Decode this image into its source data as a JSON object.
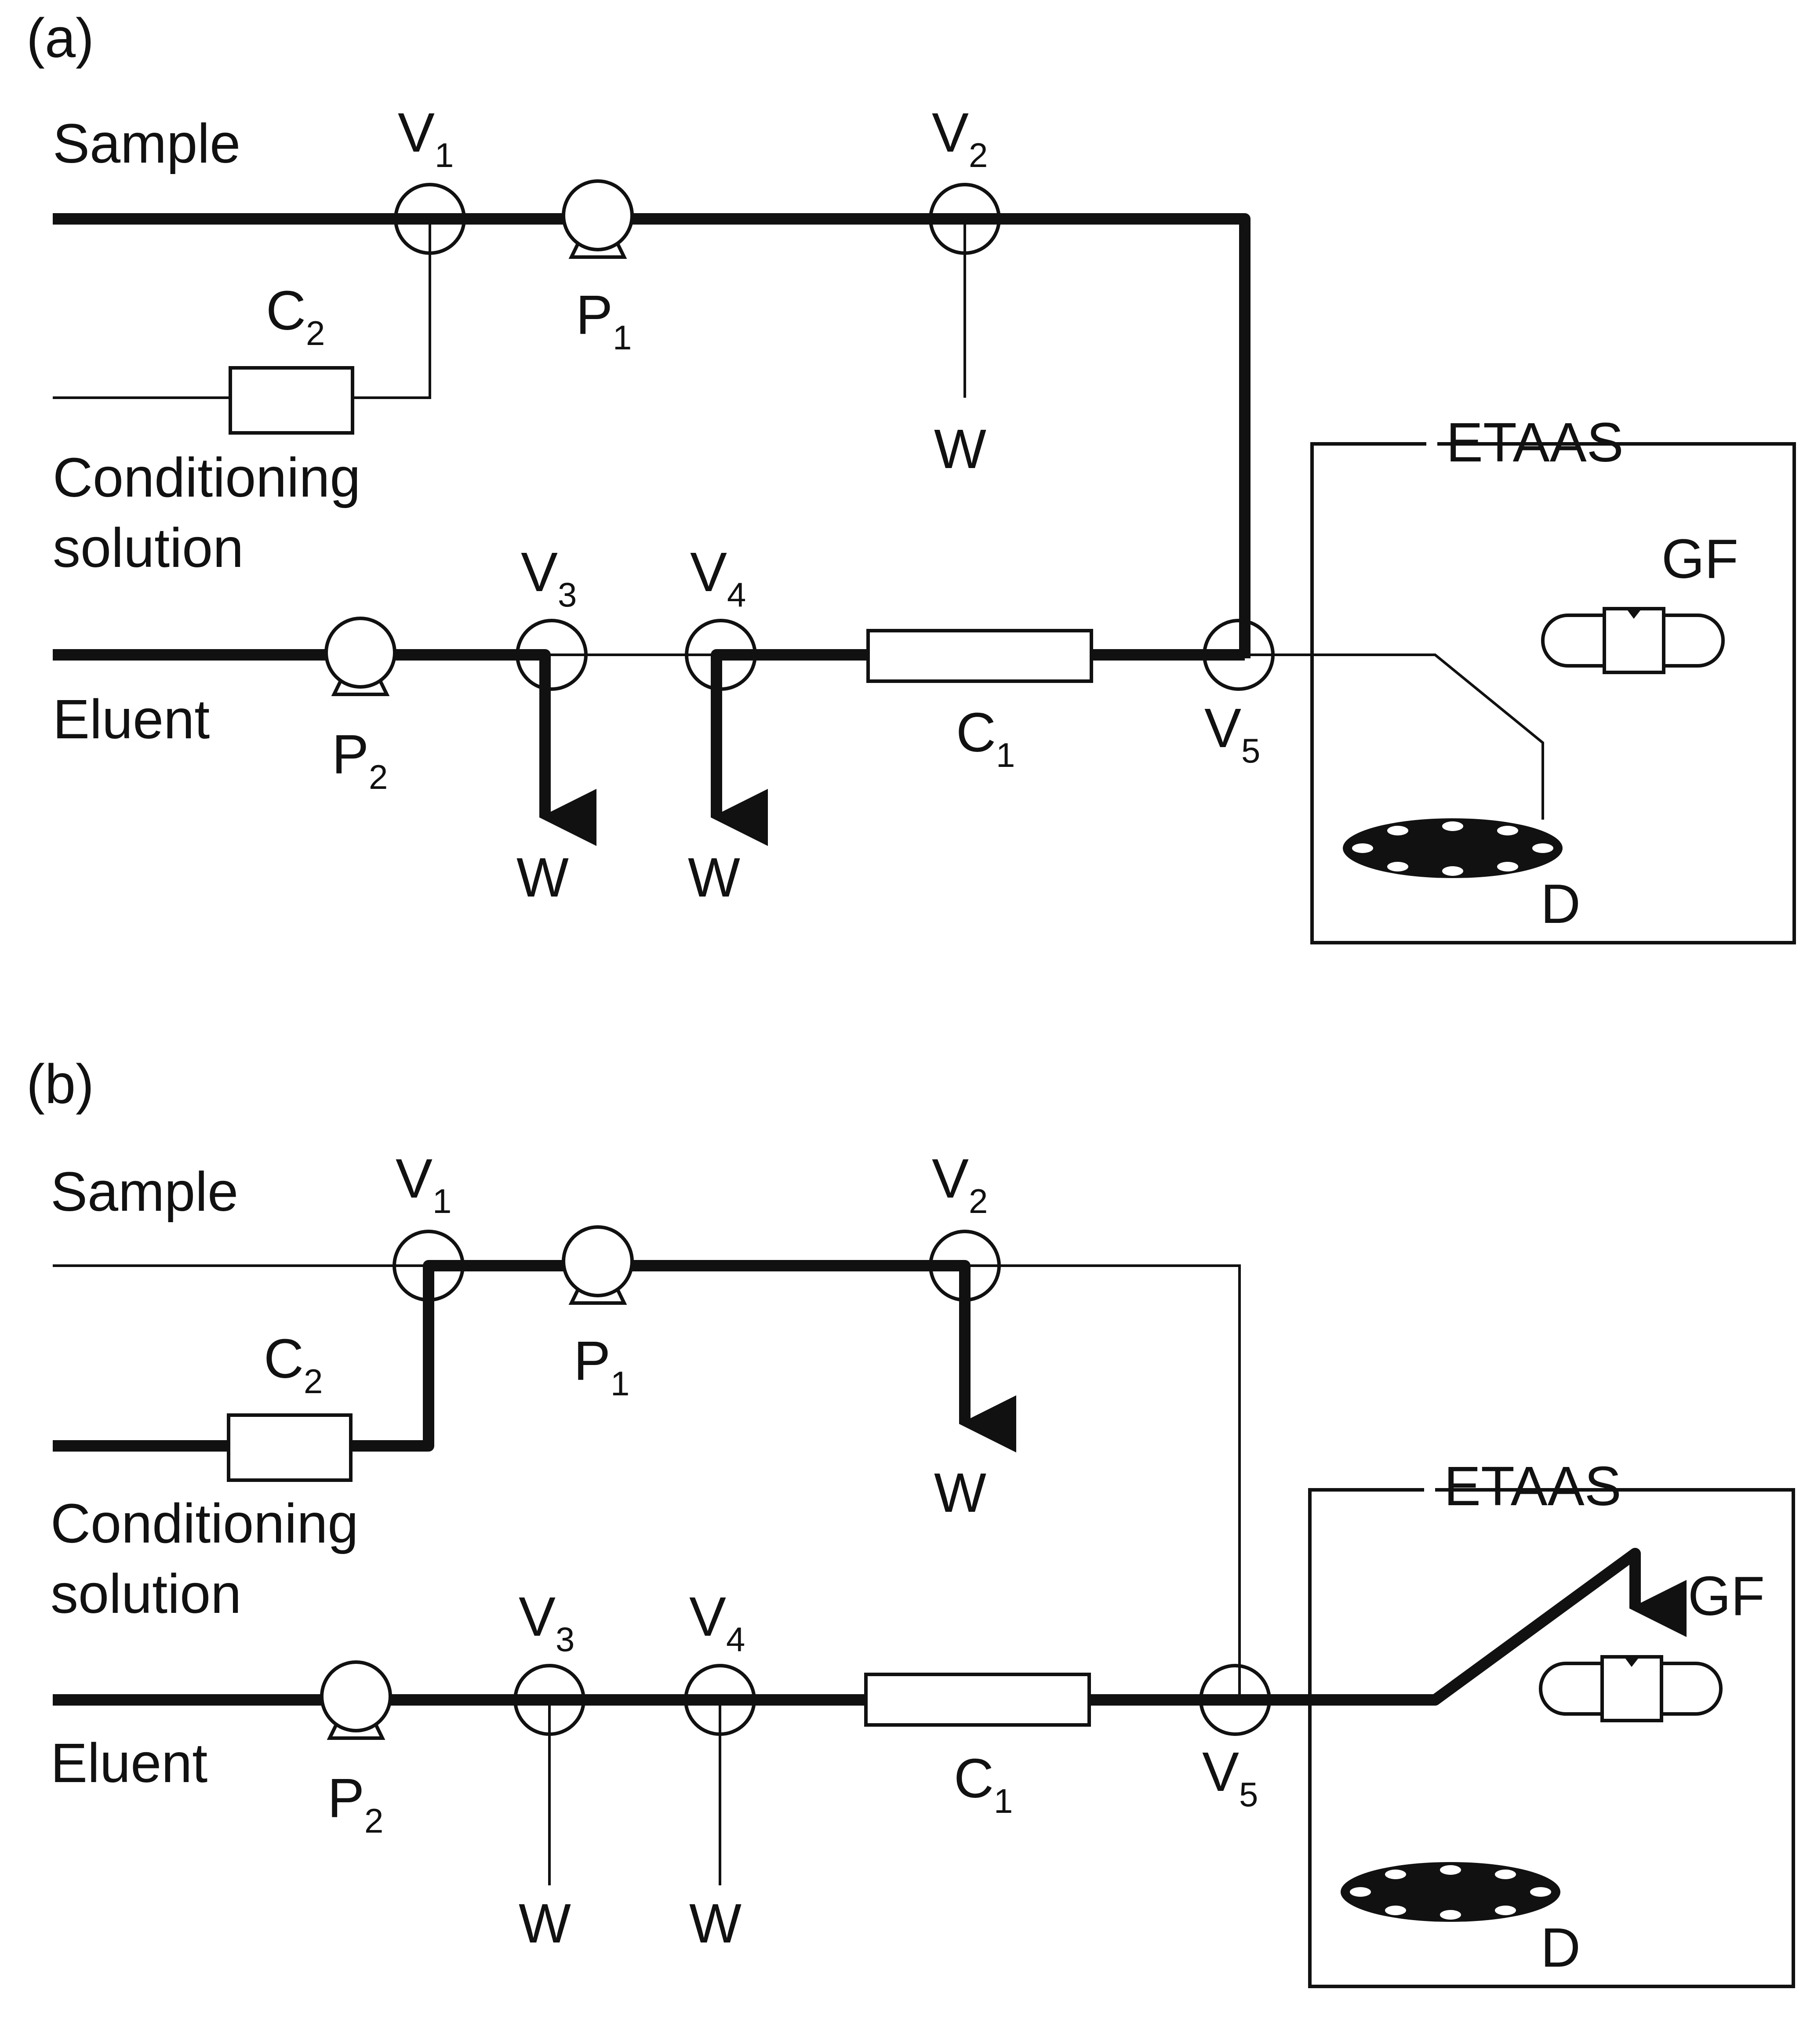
{
  "panel_a": {
    "tag": "(a)",
    "sample": "Sample",
    "conditioning_1": "Conditioning",
    "conditioning_2": "solution",
    "eluent": "Eluent",
    "etaas": "ETAAS",
    "gf": "GF",
    "d": "D",
    "waste": "W",
    "c1": {
      "main": "C",
      "sub": "1"
    },
    "c2": {
      "main": "C",
      "sub": "2"
    },
    "p1": {
      "main": "P",
      "sub": "1"
    },
    "p2": {
      "main": "P",
      "sub": "2"
    },
    "v1": {
      "main": "V",
      "sub": "1"
    },
    "v2": {
      "main": "V",
      "sub": "2"
    },
    "v3": {
      "main": "V",
      "sub": "3"
    },
    "v4": {
      "main": "V",
      "sub": "4"
    },
    "v5": {
      "main": "V",
      "sub": "5"
    }
  },
  "panel_b": {
    "tag": "(b)",
    "sample": "Sample",
    "conditioning_1": "Conditioning",
    "conditioning_2": "solution",
    "eluent": "Eluent",
    "etaas": "ETAAS",
    "gf": "GF",
    "d": "D",
    "waste": "W",
    "c1": {
      "main": "C",
      "sub": "1"
    },
    "c2": {
      "main": "C",
      "sub": "2"
    },
    "p1": {
      "main": "P",
      "sub": "1"
    },
    "p2": {
      "main": "P",
      "sub": "2"
    },
    "v1": {
      "main": "V",
      "sub": "1"
    },
    "v2": {
      "main": "V",
      "sub": "2"
    },
    "v3": {
      "main": "V",
      "sub": "3"
    },
    "v4": {
      "main": "V",
      "sub": "4"
    },
    "v5": {
      "main": "V",
      "sub": "5"
    }
  },
  "colors": {
    "ink": "#111111",
    "background": "#ffffff"
  }
}
